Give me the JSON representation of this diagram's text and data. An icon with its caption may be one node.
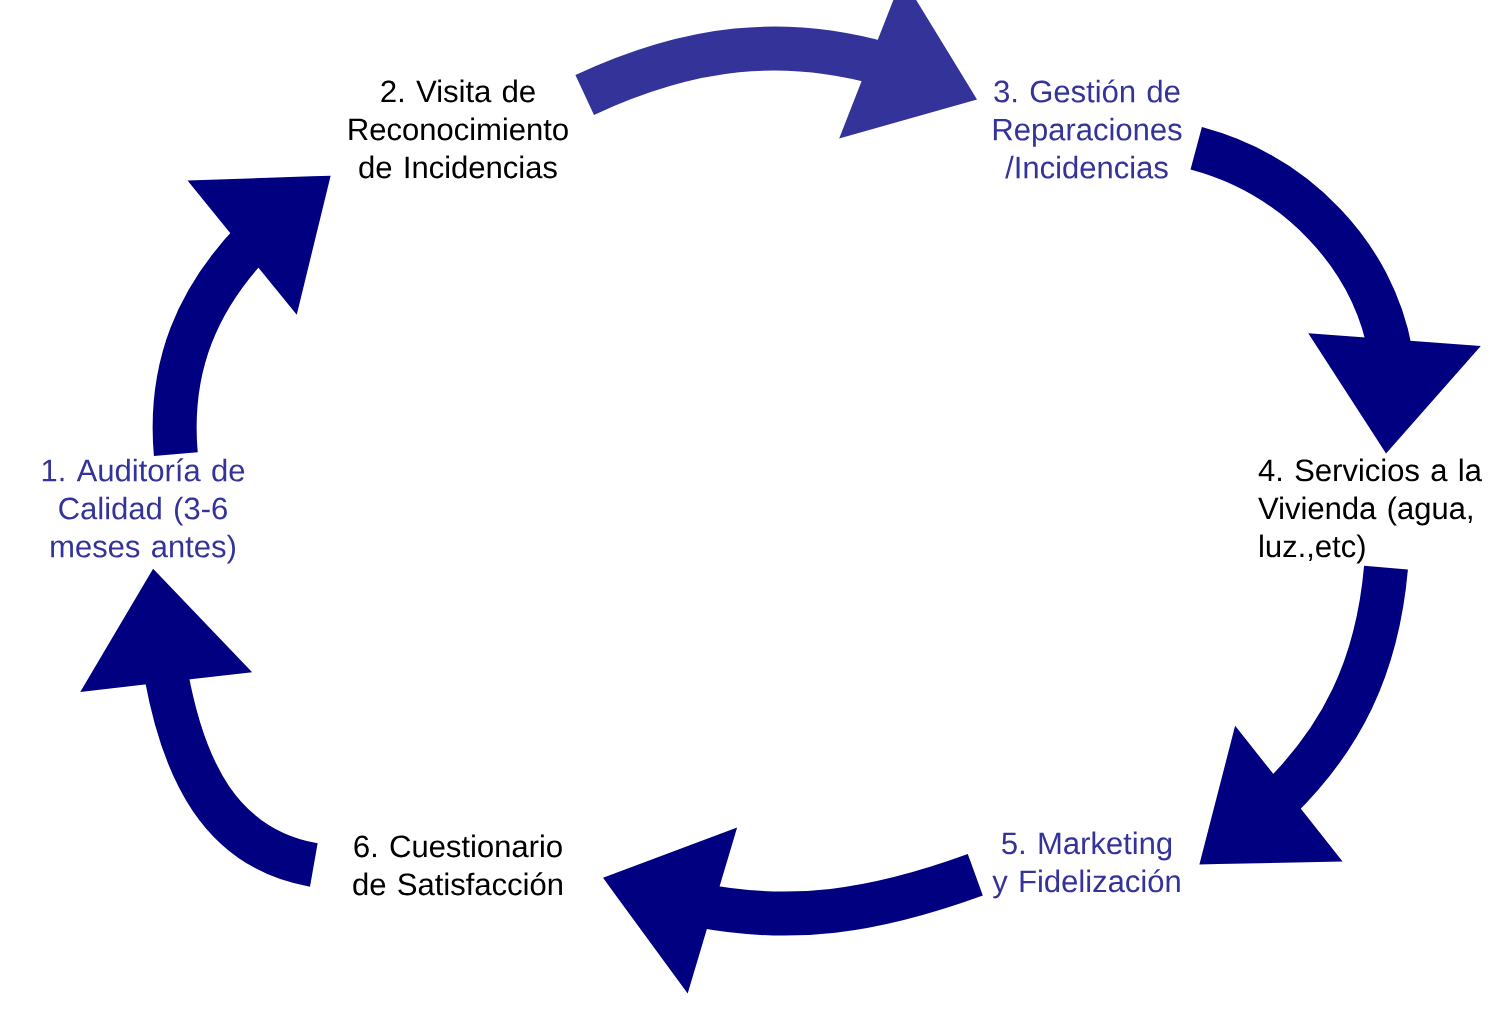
{
  "diagram": {
    "nodes": [
      {
        "text": [
          "1. Auditoría de Calidad (3-6 meses antes)"
        ]
      },
      {
        "text": [
          "2. Visita de Reconocimiento de Incidencias"
        ]
      },
      {
        "text": [
          "3. Gestión de Reparaciones /Incidencias"
        ]
      },
      {
        "text": [
          "4. Servicios a la Vivienda (agua, luz.,etc)"
        ]
      },
      {
        "text": [
          "5. Marketing y Fidelización"
        ]
      },
      {
        "text": [
          "6. Cuestionario de Satisfacción"
        ]
      }
    ],
    "edges": [
      {
        "from": 0,
        "to": 1,
        "arrow": "to"
      },
      {
        "from": 1,
        "to": 2,
        "arrow": "to",
        "color": "#333399"
      },
      {
        "from": 2,
        "to": 3,
        "arrow": "to"
      },
      {
        "from": 3,
        "to": 4,
        "arrow": "to"
      },
      {
        "from": 4,
        "to": 5,
        "arrow": "to"
      },
      {
        "from": 5,
        "to": 0,
        "arrow": "to"
      }
    ]
  }
}
